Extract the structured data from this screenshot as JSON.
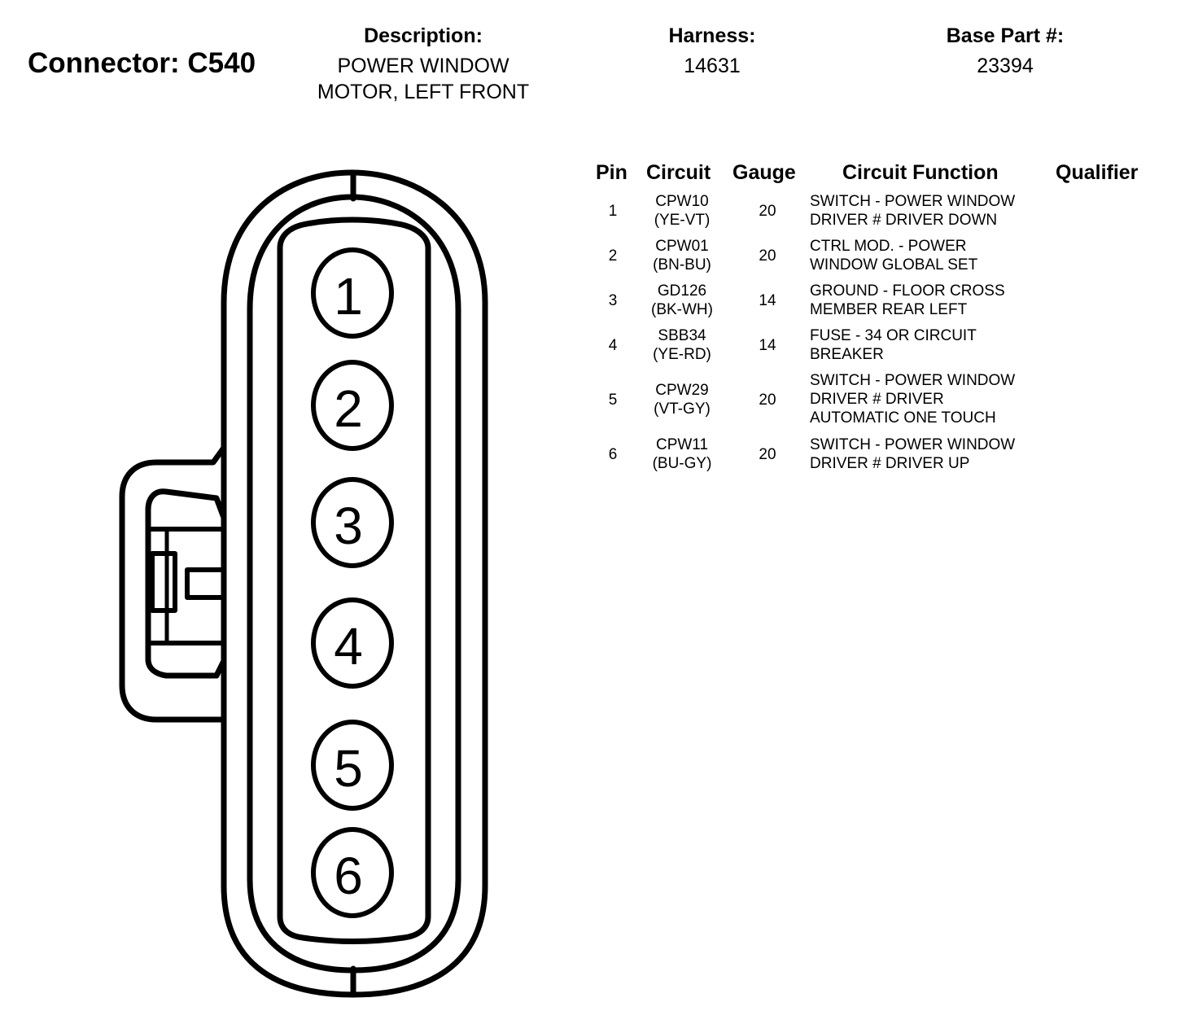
{
  "connector": {
    "label": "Connector: C540"
  },
  "description": {
    "label": "Description:",
    "lines": [
      "POWER WINDOW",
      "MOTOR, LEFT FRONT"
    ]
  },
  "harness": {
    "label": "Harness:",
    "value": "14631"
  },
  "base_part": {
    "label": "Base Part #:",
    "value": "23394"
  },
  "table": {
    "headers": {
      "pin": "Pin",
      "circuit": "Circuit",
      "gauge": "Gauge",
      "function": "Circuit Function",
      "qualifier": "Qualifier"
    },
    "rows": [
      {
        "pin": "1",
        "circuit": "CPW10",
        "color": "(YE-VT)",
        "gauge": "20",
        "function": [
          "SWITCH - POWER WINDOW",
          "DRIVER # DRIVER DOWN"
        ]
      },
      {
        "pin": "2",
        "circuit": "CPW01",
        "color": "(BN-BU)",
        "gauge": "20",
        "function": [
          "CTRL MOD. - POWER",
          "WINDOW GLOBAL SET"
        ]
      },
      {
        "pin": "3",
        "circuit": "GD126",
        "color": "(BK-WH)",
        "gauge": "14",
        "function": [
          "GROUND - FLOOR CROSS",
          "MEMBER REAR LEFT"
        ]
      },
      {
        "pin": "4",
        "circuit": "SBB34",
        "color": "(YE-RD)",
        "gauge": "14",
        "function": [
          "FUSE - 34 OR CIRCUIT",
          "BREAKER"
        ]
      },
      {
        "pin": "5",
        "circuit": "CPW29",
        "color": "(VT-GY)",
        "gauge": "20",
        "function": [
          "SWITCH - POWER WINDOW",
          "DRIVER # DRIVER",
          "AUTOMATIC ONE TOUCH"
        ]
      },
      {
        "pin": "6",
        "circuit": "CPW11",
        "color": "(BU-GY)",
        "gauge": "20",
        "function": [
          "SWITCH - POWER WINDOW",
          "DRIVER # DRIVER UP"
        ]
      }
    ]
  },
  "diagram": {
    "pin_labels": [
      "1",
      "2",
      "3",
      "4",
      "5",
      "6"
    ]
  }
}
